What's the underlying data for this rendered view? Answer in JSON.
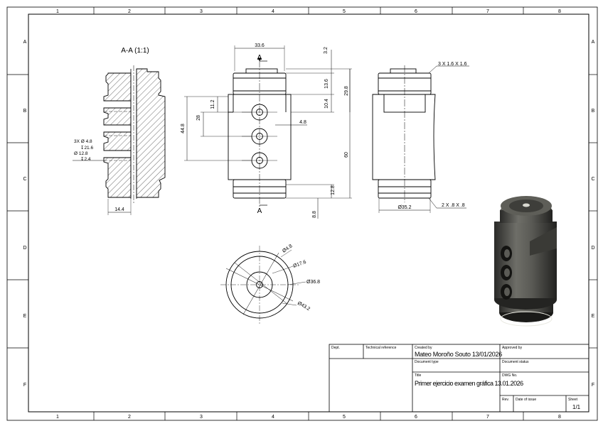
{
  "border": {
    "columns": [
      "1",
      "2",
      "3",
      "4",
      "5",
      "6",
      "7",
      "8"
    ],
    "rows": [
      "A",
      "B",
      "C",
      "D",
      "E",
      "F"
    ]
  },
  "views": {
    "section_label": "A-A (1:1)",
    "cut_letter_top": "A",
    "cut_letter_bottom": "A"
  },
  "dimensions": {
    "d_33_6": "33.6",
    "d_3_2": "3.2",
    "d_13_6": "13.6",
    "d_29_8": "29.8",
    "d_10_4": "10.4",
    "d_28": "28",
    "d_11_2": "11.2",
    "d_44_8": "44.8",
    "d_4_8": "4.8",
    "d_60": "60",
    "d_12_8": "12.8",
    "d_8_8": "8.8",
    "d_14_4": "14.4",
    "chamfer_top": "3 X 1.6 X 1.6",
    "chamfer_bottom": "2 X .8 X .8",
    "dia_35_2": "Ø35.2",
    "hole_count": "3X Ø 4.8",
    "hole_depth": "↧21.6",
    "cbore_dia": "Ø 12.8",
    "cbore_depth": "↧2.4",
    "dia_4_8": "Ø4.8",
    "dia_17_6": "Ø17.6",
    "dia_36_8": "Ø36.8",
    "dia_43_2": "Ø43.2"
  },
  "title_block": {
    "dept_label": "Dept.",
    "tech_ref_label": "Technical reference",
    "created_by_label": "Created by",
    "created_by_value": "Mateo Moroño Souto 13/01/2026",
    "approved_by_label": "Approved by",
    "doc_type_label": "Document type",
    "doc_status_label": "Document status",
    "title_label": "Title",
    "title_value": "Primer ejercicio examen gráfica 13.01.2026",
    "dwg_no_label": "DWG No.",
    "rev_label": "Rev.",
    "date_label": "Date of issue",
    "sheet_label": "Sheet",
    "sheet_value": "1/1"
  }
}
